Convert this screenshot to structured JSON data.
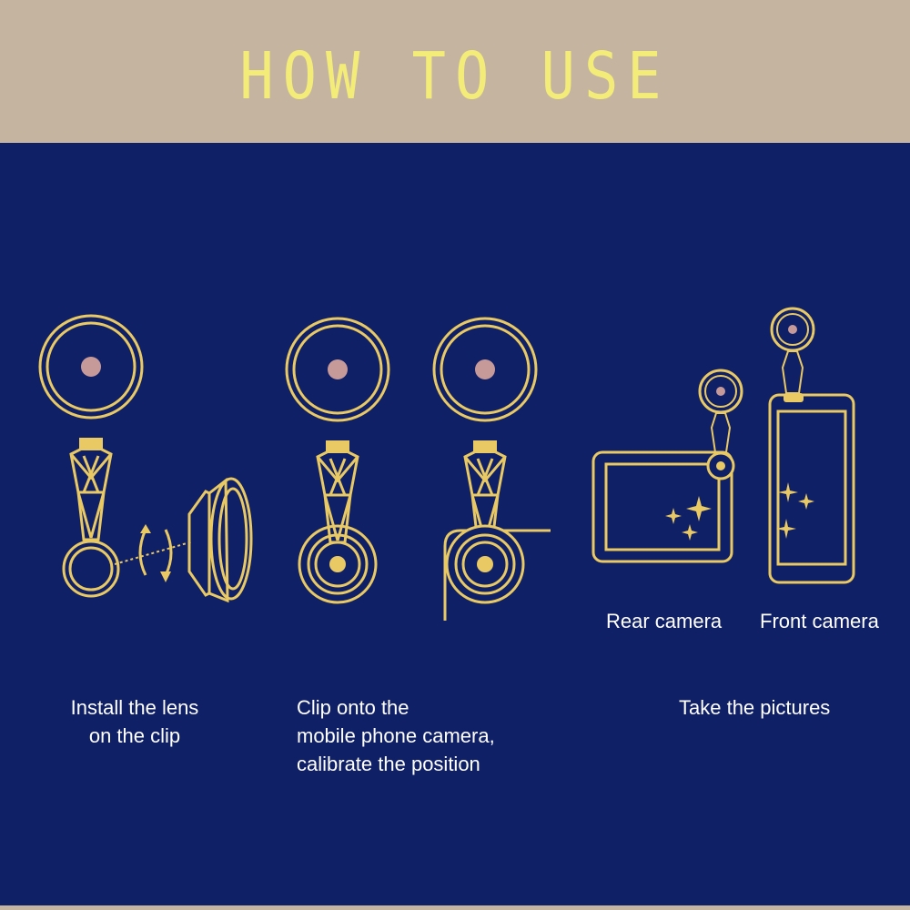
{
  "header": {
    "title": "HOW TO USE"
  },
  "steps": [
    {
      "line1": "Install the lens",
      "line2": "on the clip"
    },
    {
      "line1": "Clip onto the",
      "line2": "mobile phone camera,",
      "line3": "calibrate the position"
    },
    {
      "line1": "Take the pictures"
    }
  ],
  "cameras": {
    "rear": "Rear camera",
    "front": "Front camera"
  },
  "colors": {
    "background": "#102066",
    "header": "#c5b5a0",
    "accent": "#f4ec78",
    "line": "#e8c964"
  }
}
